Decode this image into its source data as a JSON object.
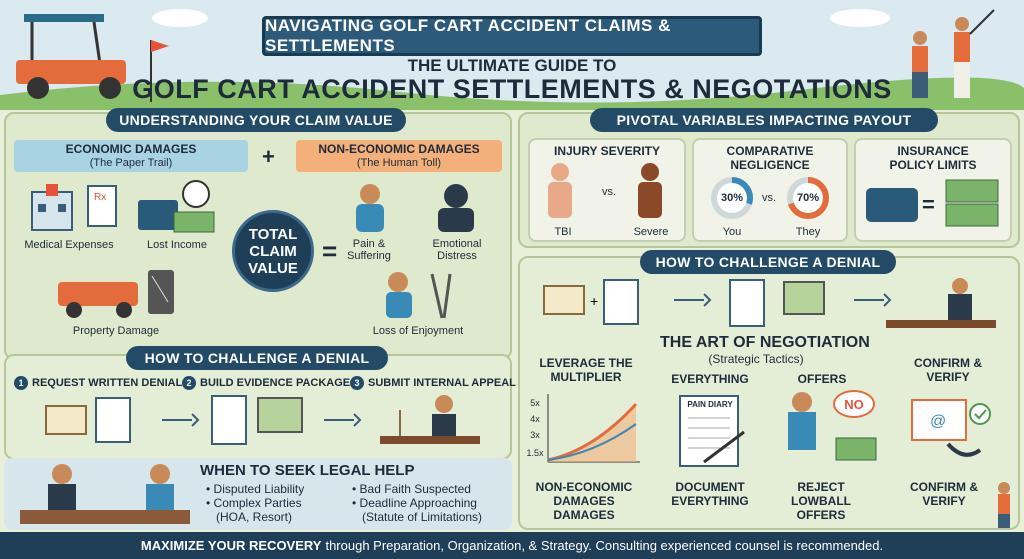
{
  "banner": "NAVIGATING GOLF CART ACCIDENT CLAIMS & SETTLEMENTS",
  "subtitle": "THE ULTIMATE GUIDE TO",
  "title": "GOLF CART ACCIDENT SETTLEMENTS & NEGOTATIONS",
  "left": {
    "heading": "UNDERSTANDING YOUR CLAIM VALUE",
    "economic": {
      "title": "ECONOMIC DAMAGES",
      "sub": "(The Paper Trail)"
    },
    "non_economic": {
      "title": "NON-ECONOMIC DAMAGES",
      "sub": "(The Human Toll)"
    },
    "plus": "+",
    "equals": "=",
    "total": "TOTAL CLAIM VALUE",
    "items": {
      "medical": "Medical Expenses",
      "income": "Lost Income",
      "property": "Property Damage",
      "pain": "Pain & Suffering",
      "emotional": "Emotional Distress",
      "enjoyment": "Loss of Enjoyment"
    }
  },
  "denial": {
    "heading": "HOW TO CHALLENGE A DENIAL",
    "steps": [
      "REQUEST WRITTEN DENIAL",
      "BUILD EVIDENCE PACKAGE",
      "SUBMIT INTERNAL APPEAL"
    ],
    "nums": [
      "1",
      "2",
      "3"
    ]
  },
  "legal": {
    "heading": "WHEN TO SEEK LEGAL HELP",
    "left_items": [
      "Disputed Liability",
      "Complex Parties",
      "(HOA, Resort)"
    ],
    "right_items": [
      "Bad Faith Suspected",
      "Deadline Approaching",
      "(Statute of Limitations)"
    ]
  },
  "right": {
    "heading": "PIVOTAL VARIABLES IMPACTING PAYOUT",
    "injury": {
      "title": "INJURY SEVERITY",
      "a": "TBI",
      "vs": "vs.",
      "b": "Severe"
    },
    "negligence": {
      "title": "COMPARATIVE NEGLIGENCE",
      "you_pct": "30%",
      "they_pct": "70%",
      "vs": "vs.",
      "you": "You",
      "they": "They"
    },
    "policy": {
      "title": "INSURANCE POLICY LIMITS",
      "equals": "="
    },
    "denial_heading": "HOW TO CHALLENGE A DENIAL",
    "negotiation": {
      "title": "THE ART OF NEGOTIATION",
      "sub": "(Strategic Tactics)",
      "col1_top": "LEVERAGE THE MULTIPLIER",
      "col1_bottom": "NON-ECONOMIC DAMAGES DAMAGES",
      "multiplier_ticks": [
        "5x",
        "4x",
        "3x",
        "1.5x"
      ],
      "col2_top": "EVERYTHING",
      "diary": "PAIN DIARY",
      "col2_bottom": "DOCUMENT EVERYTHING",
      "col3_top": "OFFERS",
      "no": "NO",
      "col3_bottom": "REJECT LOWBALL OFFERS",
      "col4_top": "CONFIRM & VERIFY",
      "col4_bottom": "CONFIRM & VERIFY"
    }
  },
  "footer": {
    "strong": "MAXIMIZE YOUR RECOVERY",
    "rest": "through Preparation, Organization, & Strategy. Consulting experienced counsel is recommended."
  },
  "colors": {
    "navy": "#234a66",
    "economic": "#a9d3e3",
    "non_economic": "#f4b07a",
    "background": "#e9efd9"
  }
}
